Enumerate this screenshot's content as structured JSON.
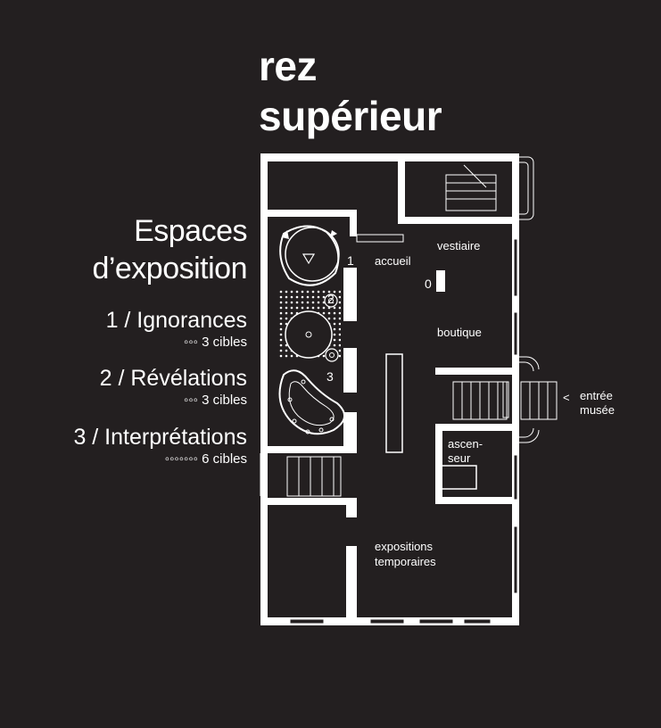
{
  "title": {
    "line1": "rez",
    "line2": "supérieur"
  },
  "legend": {
    "heading_line1": "Espaces",
    "heading_line2": "d’exposition",
    "sections": [
      {
        "label": "1 / Ignorances",
        "targets": "◦◦◦ 3 cibles"
      },
      {
        "label": "2 / Révélations",
        "targets": "◦◦◦ 3 cibles"
      },
      {
        "label": "3 / Interprétations",
        "targets": "◦◦◦◦◦◦◦ 6 cibles"
      }
    ]
  },
  "plan": {
    "rooms": {
      "accueil": "accueil",
      "vestiaire": "vestiaire",
      "boutique": "boutique",
      "ascenseur_1": "ascen-",
      "ascenseur_2": "seur",
      "expositions_1": "expositions",
      "expositions_2": "temporaires"
    },
    "entrance": {
      "line1": "entrée",
      "line2": "musée",
      "marker": "<"
    },
    "markers": {
      "zero": "0",
      "one": "1",
      "two": "2",
      "three": "3"
    }
  }
}
